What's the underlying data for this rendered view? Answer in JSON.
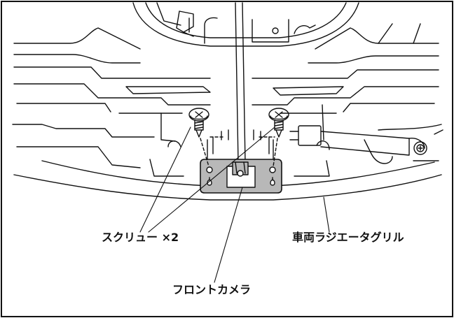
{
  "diagram": {
    "labels": {
      "screws": "スクリュー ×2",
      "grille": "車両ラジエータグリル",
      "camera": "フロントカメラ"
    },
    "colors": {
      "line": "#111111",
      "bracket_fill": "#b8b8b8",
      "background": "#ffffff"
    }
  }
}
